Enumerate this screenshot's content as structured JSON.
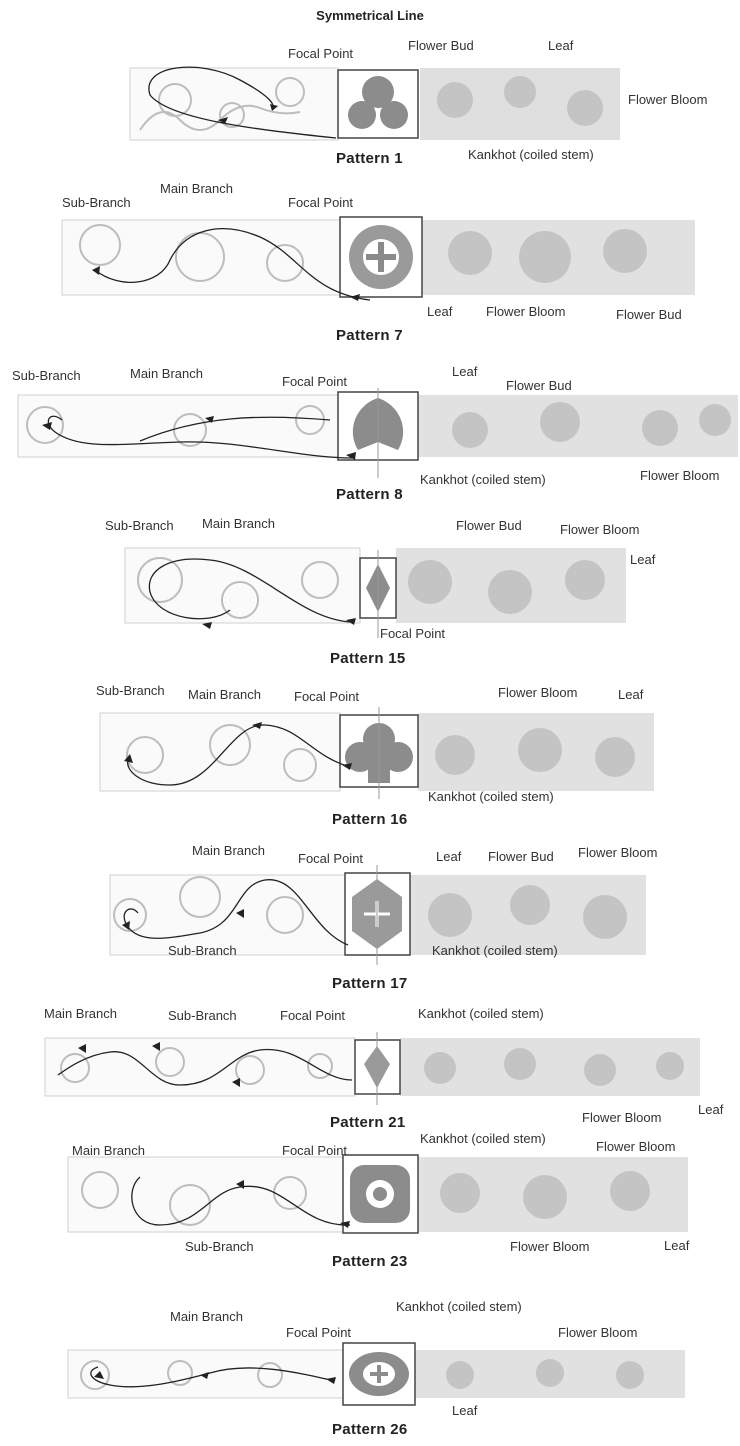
{
  "title": "Symmetrical Line",
  "colors": {
    "outline_half": "#b8b8b8",
    "filled_half": "#c4c4c4",
    "focal_fill": "#8c8c8c",
    "path_line": "#222222"
  },
  "patterns": [
    {
      "name": "Pattern 1",
      "labels": [
        "Focal Point",
        "Flower Bud",
        "Leaf",
        "Flower Bloom",
        "Kankhot (coiled stem)"
      ]
    },
    {
      "name": "Pattern 7",
      "labels": [
        "Sub-Branch",
        "Main Branch",
        "Focal Point",
        "Leaf",
        "Flower Bloom",
        "Flower Bud"
      ]
    },
    {
      "name": "Pattern 8",
      "labels": [
        "Sub-Branch",
        "Main Branch",
        "Focal Point",
        "Leaf",
        "Flower Bud",
        "Kankhot (coiled stem)",
        "Flower Bloom"
      ]
    },
    {
      "name": "Pattern 15",
      "labels": [
        "Sub-Branch",
        "Main Branch",
        "Flower Bud",
        "Flower Bloom",
        "Leaf",
        "Focal Point"
      ]
    },
    {
      "name": "Pattern 16",
      "labels": [
        "Sub-Branch",
        "Main Branch",
        "Focal Point",
        "Flower Bloom",
        "Leaf",
        "Kankhot (coiled stem)"
      ]
    },
    {
      "name": "Pattern 17",
      "labels": [
        "Main Branch",
        "Focal Point",
        "Leaf",
        "Flower Bud",
        "Flower Bloom",
        "Sub-Branch",
        "Kankhot (coiled stem)"
      ]
    },
    {
      "name": "Pattern 21",
      "labels": [
        "Main Branch",
        "Sub-Branch",
        "Focal Point",
        "Kankhot (coiled stem)",
        "Leaf",
        "Flower Bloom"
      ]
    },
    {
      "name": "Pattern 23",
      "labels": [
        "Main Branch",
        "Focal Point",
        "Kankhot (coiled stem)",
        "Flower Bloom",
        "Sub-Branch",
        "Flower Bloom",
        "Leaf"
      ]
    },
    {
      "name": "Pattern 26",
      "labels": [
        "Kankhot (coiled stem)",
        "Main Branch",
        "Focal Point",
        "Flower Bloom",
        "Leaf"
      ]
    }
  ]
}
